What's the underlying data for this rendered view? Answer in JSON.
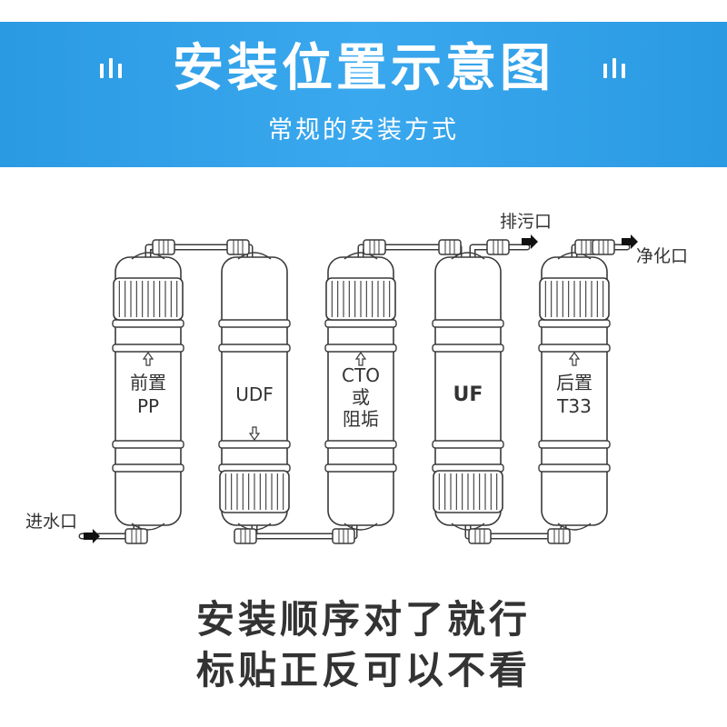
{
  "header": {
    "title": "安装位置示意图",
    "subtitle": "常规的安装方式"
  },
  "labels": {
    "inlet": "进水口",
    "drain": "排污口",
    "outlet": "净化口"
  },
  "filters": [
    {
      "lines": [
        "前置",
        "PP"
      ],
      "arrow": "up"
    },
    {
      "lines": [
        "UDF"
      ],
      "arrow": "down"
    },
    {
      "lines": [
        "CTO",
        "或",
        "阻垢"
      ],
      "arrow": "up"
    },
    {
      "lines": [
        "UF"
      ],
      "arrow": "none"
    },
    {
      "lines": [
        "后置",
        "T33"
      ],
      "arrow": "up"
    }
  ],
  "footer": {
    "line1": "安装顺序对了就行",
    "line2": "标贴正反可以不看"
  },
  "colors": {
    "banner": "#2a9ae3",
    "stroke": "#3a3a3a",
    "text": "#333333"
  }
}
